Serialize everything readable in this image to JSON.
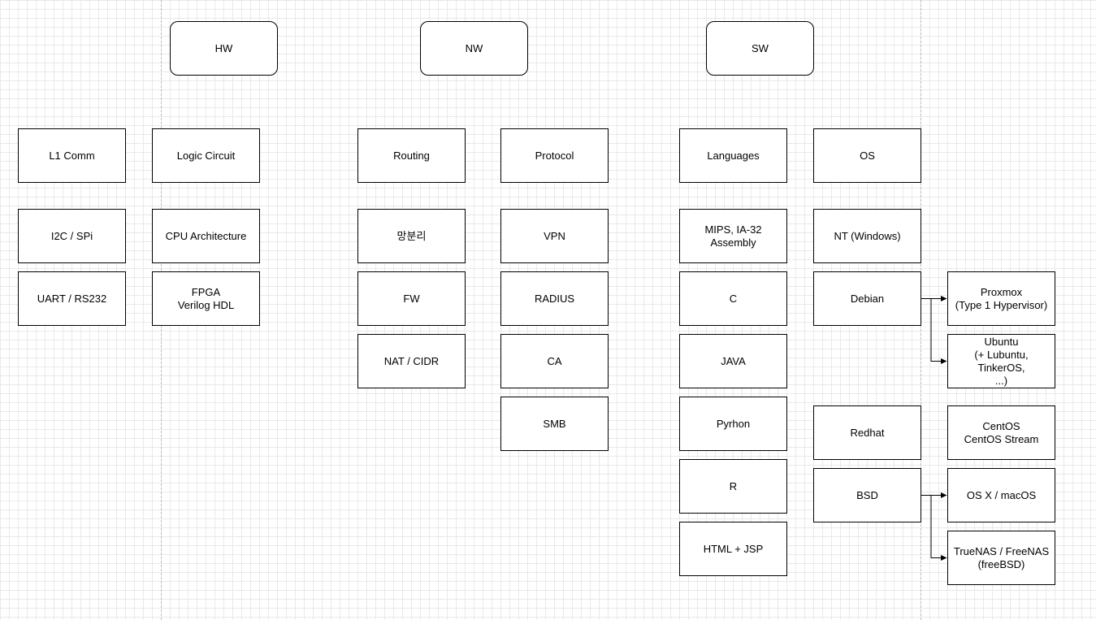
{
  "headers": {
    "hw": "HW",
    "nw": "NW",
    "sw": "SW"
  },
  "hw": {
    "l1_comm": "L1 Comm",
    "logic_circuit": "Logic Circuit",
    "i2c_spi": "I2C / SPi",
    "cpu_architecture": "CPU Architecture",
    "uart_rs232": "UART / RS232",
    "fpga": "FPGA\nVerilog HDL"
  },
  "nw": {
    "routing": "Routing",
    "protocol": "Protocol",
    "network_separation": "망분리",
    "vpn": "VPN",
    "fw": "FW",
    "radius": "RADIUS",
    "nat_cidr": "NAT / CIDR",
    "ca": "CA",
    "smb": "SMB"
  },
  "sw": {
    "languages": "Languages",
    "os": "OS",
    "mips_assembly": "MIPS, IA-32\nAssembly",
    "c": "C",
    "java": "JAVA",
    "python": "Pyrhon",
    "r": "R",
    "html_jsp": "HTML + JSP",
    "nt_windows": "NT (Windows)",
    "debian": "Debian",
    "redhat": "Redhat",
    "bsd": "BSD",
    "proxmox": "Proxmox\n(Type 1 Hypervisor)",
    "ubuntu": "Ubuntu\n(+ Lubuntu, TinkerOS,\n...)",
    "centos": "CentOS\nCentOS Stream",
    "osx_macos": "OS X / macOS",
    "truenas": "TrueNAS / FreeNAS\n(freeBSD)"
  },
  "edges": [
    {
      "from": "debian",
      "to": "proxmox"
    },
    {
      "from": "debian",
      "to": "ubuntu"
    },
    {
      "from": "bsd",
      "to": "osx_macos"
    },
    {
      "from": "bsd",
      "to": "truenas"
    }
  ],
  "colors": {
    "stroke": "#000000",
    "fill": "#ffffff",
    "grid": "#e9e9e9",
    "separator": "#bdbdbd"
  }
}
